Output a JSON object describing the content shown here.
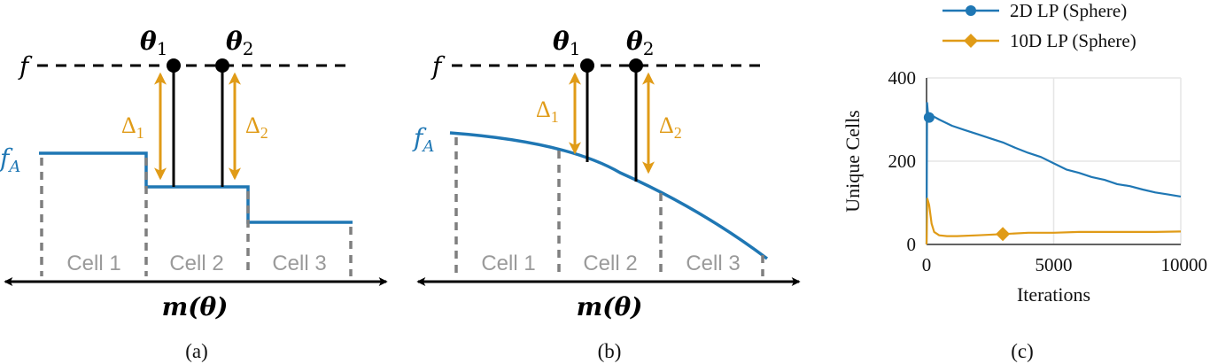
{
  "panels": {
    "a": {
      "caption": "(a)",
      "f_label": "f",
      "fA_label": "f",
      "fA_sub": "A",
      "theta1": "θ",
      "theta1_sub": "1",
      "theta2": "θ",
      "theta2_sub": "2",
      "delta1": "Δ",
      "delta1_sub": "1",
      "delta2": "Δ",
      "delta2_sub": "2",
      "cells": [
        "Cell 1",
        "Cell 2",
        "Cell 3"
      ],
      "axis_label": "m(θ)"
    },
    "b": {
      "caption": "(b)",
      "f_label": "f",
      "fA_label": "f",
      "fA_sub": "A",
      "theta1": "θ",
      "theta1_sub": "1",
      "theta2": "θ",
      "theta2_sub": "2",
      "delta1": "Δ",
      "delta1_sub": "1",
      "delta2": "Δ",
      "delta2_sub": "2",
      "cells": [
        "Cell 1",
        "Cell 2",
        "Cell 3"
      ],
      "axis_label": "m(θ)"
    },
    "c": {
      "caption": "(c)"
    }
  },
  "colors": {
    "blue": "#1f77b4",
    "orange": "#e09b17",
    "gray_dash": "#7f7f7f",
    "grid": "#e6e6e6"
  },
  "chart_data": {
    "type": "line",
    "xlabel": "Iterations",
    "ylabel": "Unique Cells",
    "xlim": [
      0,
      10000
    ],
    "ylim": [
      0,
      400
    ],
    "xticks": [
      0,
      5000,
      10000
    ],
    "yticks": [
      0,
      200,
      400
    ],
    "grid": true,
    "legend_position": "top",
    "series": [
      {
        "name": "2D LP (Sphere)",
        "color": "#1f77b4",
        "marker": "circle",
        "marker_at": [
          {
            "x": 100,
            "y": 305
          }
        ],
        "x": [
          0,
          20,
          50,
          100,
          200,
          500,
          1000,
          1500,
          2000,
          2500,
          3000,
          3500,
          4000,
          4500,
          5000,
          5500,
          6000,
          6500,
          7000,
          7500,
          8000,
          8500,
          9000,
          9500,
          10000
        ],
        "y": [
          0,
          340,
          320,
          305,
          310,
          300,
          285,
          275,
          265,
          255,
          245,
          232,
          220,
          210,
          195,
          180,
          172,
          162,
          155,
          145,
          140,
          132,
          125,
          120,
          115
        ]
      },
      {
        "name": "10D LP (Sphere)",
        "color": "#e09b17",
        "marker": "diamond",
        "marker_at": [
          {
            "x": 3000,
            "y": 25
          }
        ],
        "x": [
          0,
          30,
          100,
          200,
          300,
          500,
          800,
          1200,
          2000,
          3000,
          4000,
          5000,
          6000,
          7000,
          8000,
          9000,
          10000
        ],
        "y": [
          0,
          110,
          95,
          50,
          30,
          22,
          20,
          20,
          22,
          25,
          28,
          28,
          30,
          30,
          30,
          30,
          31
        ]
      }
    ]
  }
}
